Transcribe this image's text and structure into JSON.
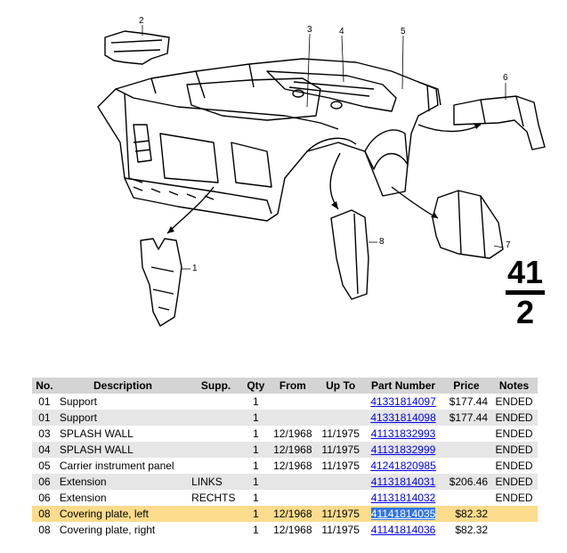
{
  "diagram": {
    "callouts": [
      "1",
      "2",
      "3",
      "4",
      "5",
      "6",
      "7",
      "8"
    ],
    "group_top": "41",
    "group_bottom": "2"
  },
  "table": {
    "headers": [
      "No.",
      "Description",
      "Supp.",
      "Qty",
      "From",
      "Up To",
      "Part Number",
      "Price",
      "Notes"
    ],
    "rows": [
      {
        "no": "01",
        "description": "Support",
        "supp": "",
        "qty": "1",
        "from": "",
        "upto": "",
        "part": "41331814097",
        "price": "$177.44",
        "notes": "ENDED"
      },
      {
        "no": "01",
        "description": "Support",
        "supp": "",
        "qty": "1",
        "from": "",
        "upto": "",
        "part": "41331814098",
        "price": "$177.44",
        "notes": "ENDED"
      },
      {
        "no": "03",
        "description": "SPLASH WALL",
        "supp": "",
        "qty": "1",
        "from": "12/1968",
        "upto": "11/1975",
        "part": "41131832993",
        "price": "",
        "notes": "ENDED"
      },
      {
        "no": "04",
        "description": "SPLASH WALL",
        "supp": "",
        "qty": "1",
        "from": "12/1968",
        "upto": "11/1975",
        "part": "41131832999",
        "price": "",
        "notes": "ENDED"
      },
      {
        "no": "05",
        "description": "Carrier instrument panel",
        "supp": "",
        "qty": "1",
        "from": "12/1968",
        "upto": "11/1975",
        "part": "41241820985",
        "price": "",
        "notes": "ENDED"
      },
      {
        "no": "06",
        "description": "Extension",
        "supp": "LINKS",
        "qty": "1",
        "from": "",
        "upto": "",
        "part": "41131814031",
        "price": "$206.46",
        "notes": "ENDED"
      },
      {
        "no": "06",
        "description": "Extension",
        "supp": "RECHTS",
        "qty": "1",
        "from": "",
        "upto": "",
        "part": "41131814032",
        "price": "",
        "notes": "ENDED"
      },
      {
        "no": "08",
        "description": "Covering plate, left",
        "supp": "",
        "qty": "1",
        "from": "12/1968",
        "upto": "11/1975",
        "part": "41141814035",
        "price": "$82.32",
        "notes": ""
      },
      {
        "no": "08",
        "description": "Covering plate, right",
        "supp": "",
        "qty": "1",
        "from": "12/1968",
        "upto": "11/1975",
        "part": "41141814036",
        "price": "$82.32",
        "notes": ""
      }
    ],
    "highlight_row": 7
  }
}
